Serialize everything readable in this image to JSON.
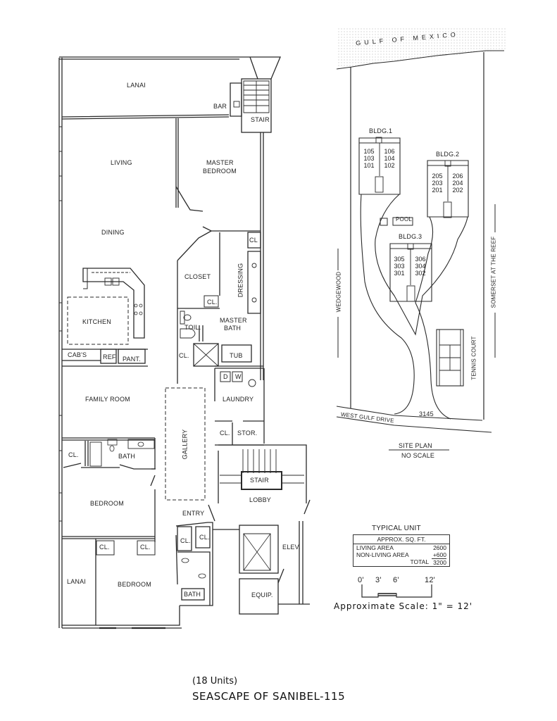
{
  "document": {
    "subtitle": "(18 Units)",
    "title": "SEASCAPE OF SANIBEL-115"
  },
  "floor_plan": {
    "rooms": {
      "lanai_top": "LANAI",
      "bar": "BAR",
      "stair_top": "STAIR",
      "living": "LIVING",
      "master_bedroom_1": "MASTER",
      "master_bedroom_2": "BEDROOM",
      "dining": "DINING",
      "cl_master": "CL",
      "closet": "CLOSET",
      "dressing": "DRESSING",
      "cl_closet": "CL.",
      "kitchen": "KITCHEN",
      "toil": "TOIL.",
      "master_bath_1": "MASTER",
      "master_bath_2": "BATH",
      "cabs": "CAB'S",
      "ref": "REF",
      "pant": "PANT.",
      "cl_hall": "CL.",
      "tub": "TUB",
      "dryer": "D",
      "washer": "W",
      "family_room": "FAMILY ROOM",
      "laundry": "LAUNDRY",
      "gallery": "GALLERY",
      "cl_laundry": "CL.",
      "stor": "STOR.",
      "cl_bed1": "CL.",
      "bath_bed1": "BATH",
      "stair_lobby": "STAIR",
      "lobby": "LOBBY",
      "bedroom_1": "BEDROOM",
      "entry": "ENTRY",
      "cl_entry_1": "CL.",
      "cl_entry_2": "CL.",
      "elev": "ELEV.",
      "cl_bed2_a": "CL.",
      "cl_bed2_b": "CL.",
      "lanai_bottom": "LANAI",
      "bedroom_2": "BEDROOM",
      "bath_bed2": "BATH",
      "equip": "EQUIP."
    }
  },
  "site_plan": {
    "water": "GULF OF MEXICO",
    "title": "SITE PLAN",
    "scale_note": "NO SCALE",
    "road_left": "WEDGEWOOD",
    "road_right": "SOMERSET AT THE REEF",
    "road_bottom": "WEST GULF DRIVE",
    "address": "3145",
    "pool": "POOL",
    "tennis": "TENNIS COURT",
    "buildings": [
      {
        "name": "BLDG.1",
        "units_left": [
          "105",
          "103",
          "101"
        ],
        "units_right": [
          "106",
          "104",
          "102"
        ]
      },
      {
        "name": "BLDG.2",
        "units_left": [
          "205",
          "203",
          "201"
        ],
        "units_right": [
          "206",
          "204",
          "202"
        ]
      },
      {
        "name": "BLDG.3",
        "units_left": [
          "305",
          "303",
          "301"
        ],
        "units_right": [
          "306",
          "304",
          "302"
        ]
      }
    ]
  },
  "typical_unit": {
    "title": "TYPICAL UNIT",
    "header": "APPROX. SQ. FT.",
    "rows": [
      {
        "label": "LIVING AREA",
        "value": "2600"
      },
      {
        "label": "NON-LIVING AREA",
        "value": "+600"
      },
      {
        "label": "TOTAL",
        "value": "3200"
      }
    ]
  },
  "scale_bar": {
    "ticks": [
      "0'",
      "3'",
      "6'",
      "12'"
    ],
    "caption": "Approximate Scale: 1\" = 12'"
  }
}
